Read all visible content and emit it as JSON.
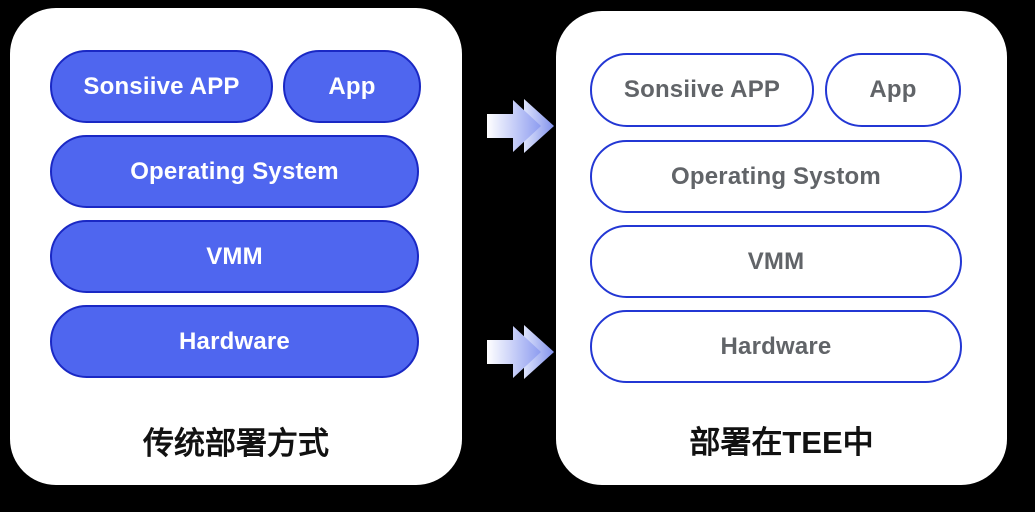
{
  "left_panel": {
    "caption": "传统部署方式",
    "pills": [
      "Sonsiive APP",
      "App",
      "Operating System",
      "VMM",
      "Hardware"
    ]
  },
  "right_panel": {
    "caption": "部署在TEE中",
    "pills": [
      "Sonsiive APP",
      "App",
      "Operating Systom",
      "VMM",
      "Hardware"
    ]
  },
  "icons": {
    "arrow_top": "right-double-arrow",
    "arrow_bottom": "right-double-arrow"
  },
  "colors": {
    "background": "#000000",
    "card_background": "#FFFFFF",
    "filled_pill_fill": "#4F66EF",
    "filled_pill_border": "#1A28C4",
    "filled_pill_text": "#FFFFFF",
    "outlined_pill_border": "#2337D4",
    "outlined_pill_text": "#616468",
    "caption_text": "#111111",
    "arrow_gradient_start": "#FFFFFF",
    "arrow_gradient_end": "#8392EC"
  }
}
